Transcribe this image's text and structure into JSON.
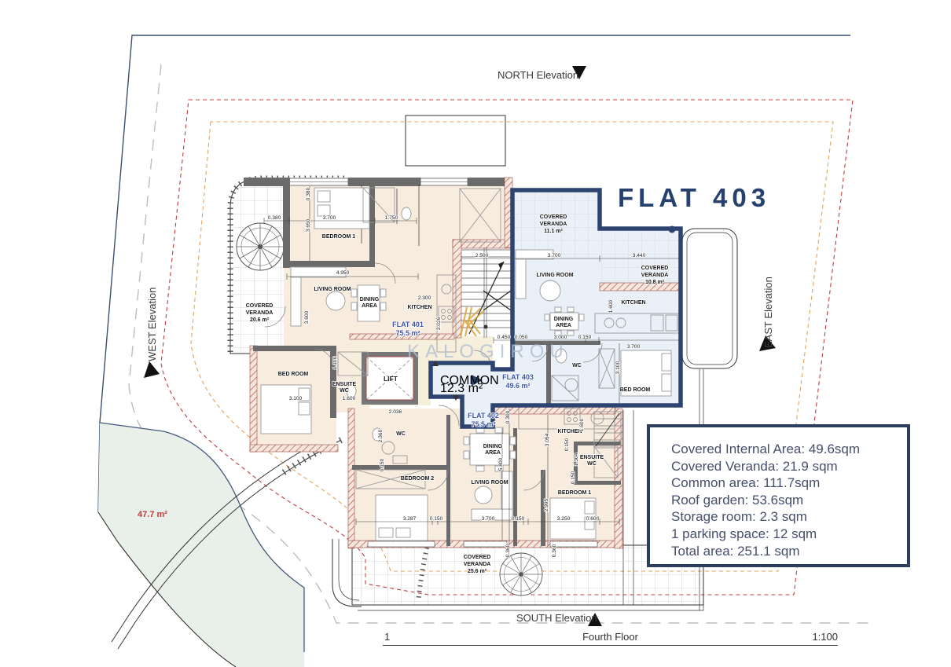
{
  "title": "FLAT 403",
  "watermark": "KALOGIROU",
  "elevations": {
    "north": "NORTH Elevation",
    "south": "SOUTH Elevation",
    "east": "EAST Elevation",
    "west": "WEST Elevation"
  },
  "scale_bar": {
    "sheet_no": "1",
    "floor": "Fourth Floor",
    "ratio": "1:100"
  },
  "info_box": {
    "lines": [
      "Covered Internal Area: 49.6sqm",
      "Covered Veranda: 21.9 sqm",
      "Common area: 111.7sqm",
      "Roof garden: 53.6sqm",
      "Storage room: 2.3 sqm",
      "1 parking space: 12 sqm",
      "Total area: 251.1 sqm"
    ]
  },
  "site": {
    "green_area": "47.7 m²"
  },
  "core": {
    "lift": "LIFT",
    "common_1": "COMMON",
    "common_2": "12.3 m²"
  },
  "flat401": {
    "name": "FLAT 401",
    "area": "75.5 m²",
    "bedroom1": "BEDROOM 1",
    "living": "LIVING ROOM",
    "dining_1": "DINING",
    "dining_2": "AREA",
    "kitchen": "KITCHEN",
    "bedroom": "BED ROOM",
    "ensuite_1": "ENSUITE",
    "ensuite_2": "WC",
    "veranda_1": "COVERED",
    "veranda_2": "VERANDA",
    "veranda_3": "20.6 m²"
  },
  "flat402": {
    "name": "FLAT 402",
    "area": "75.5 m²",
    "wc": "WC",
    "bedroom2": "BEDROOM 2",
    "dining_1": "DINING",
    "dining_2": "AREA",
    "living": "LIVING ROOM",
    "kitchen": "KITCHEN",
    "ensuite_1": "ENSUITE",
    "ensuite_2": "WC",
    "bedroom1": "BEDROOM 1",
    "veranda_1": "COVERED",
    "veranda_2": "VERANDA",
    "veranda_3": "25.6 m²"
  },
  "flat403": {
    "name": "FLAT 403",
    "area": "49.6 m²",
    "veranda_n_1": "COVERED",
    "veranda_n_2": "VERANDA",
    "veranda_n_3": "11.1 m²",
    "living": "LIVING ROOM",
    "dining_1": "DINING",
    "dining_2": "AREA",
    "kitchen": "KITCHEN",
    "wc": "WC",
    "bedroom": "BED ROOM",
    "veranda_e_1": "COVERED",
    "veranda_e_2": "VERANDA",
    "veranda_e_3": "10.8 m²"
  },
  "dims": [
    "0.380",
    "3.700",
    "1.750",
    "0.380",
    "3.650",
    "4.950",
    "2.300",
    "3.026",
    "3.600",
    "1.100",
    "3.100",
    "1.600",
    "2.036",
    "2.360",
    "0.150",
    "2.500",
    "3.700",
    "3.440",
    "1.600",
    "0.450",
    "0.050",
    "3.000",
    "0.150",
    "3.700",
    "3.100",
    "3.287",
    "0.150",
    "3.700",
    "0.150",
    "3.250",
    "0.600",
    "5.800",
    "0.300",
    "3.054",
    "0.150",
    "1.304",
    "2.995",
    "0.360",
    "0.360",
    "1.600",
    "0.150"
  ]
}
